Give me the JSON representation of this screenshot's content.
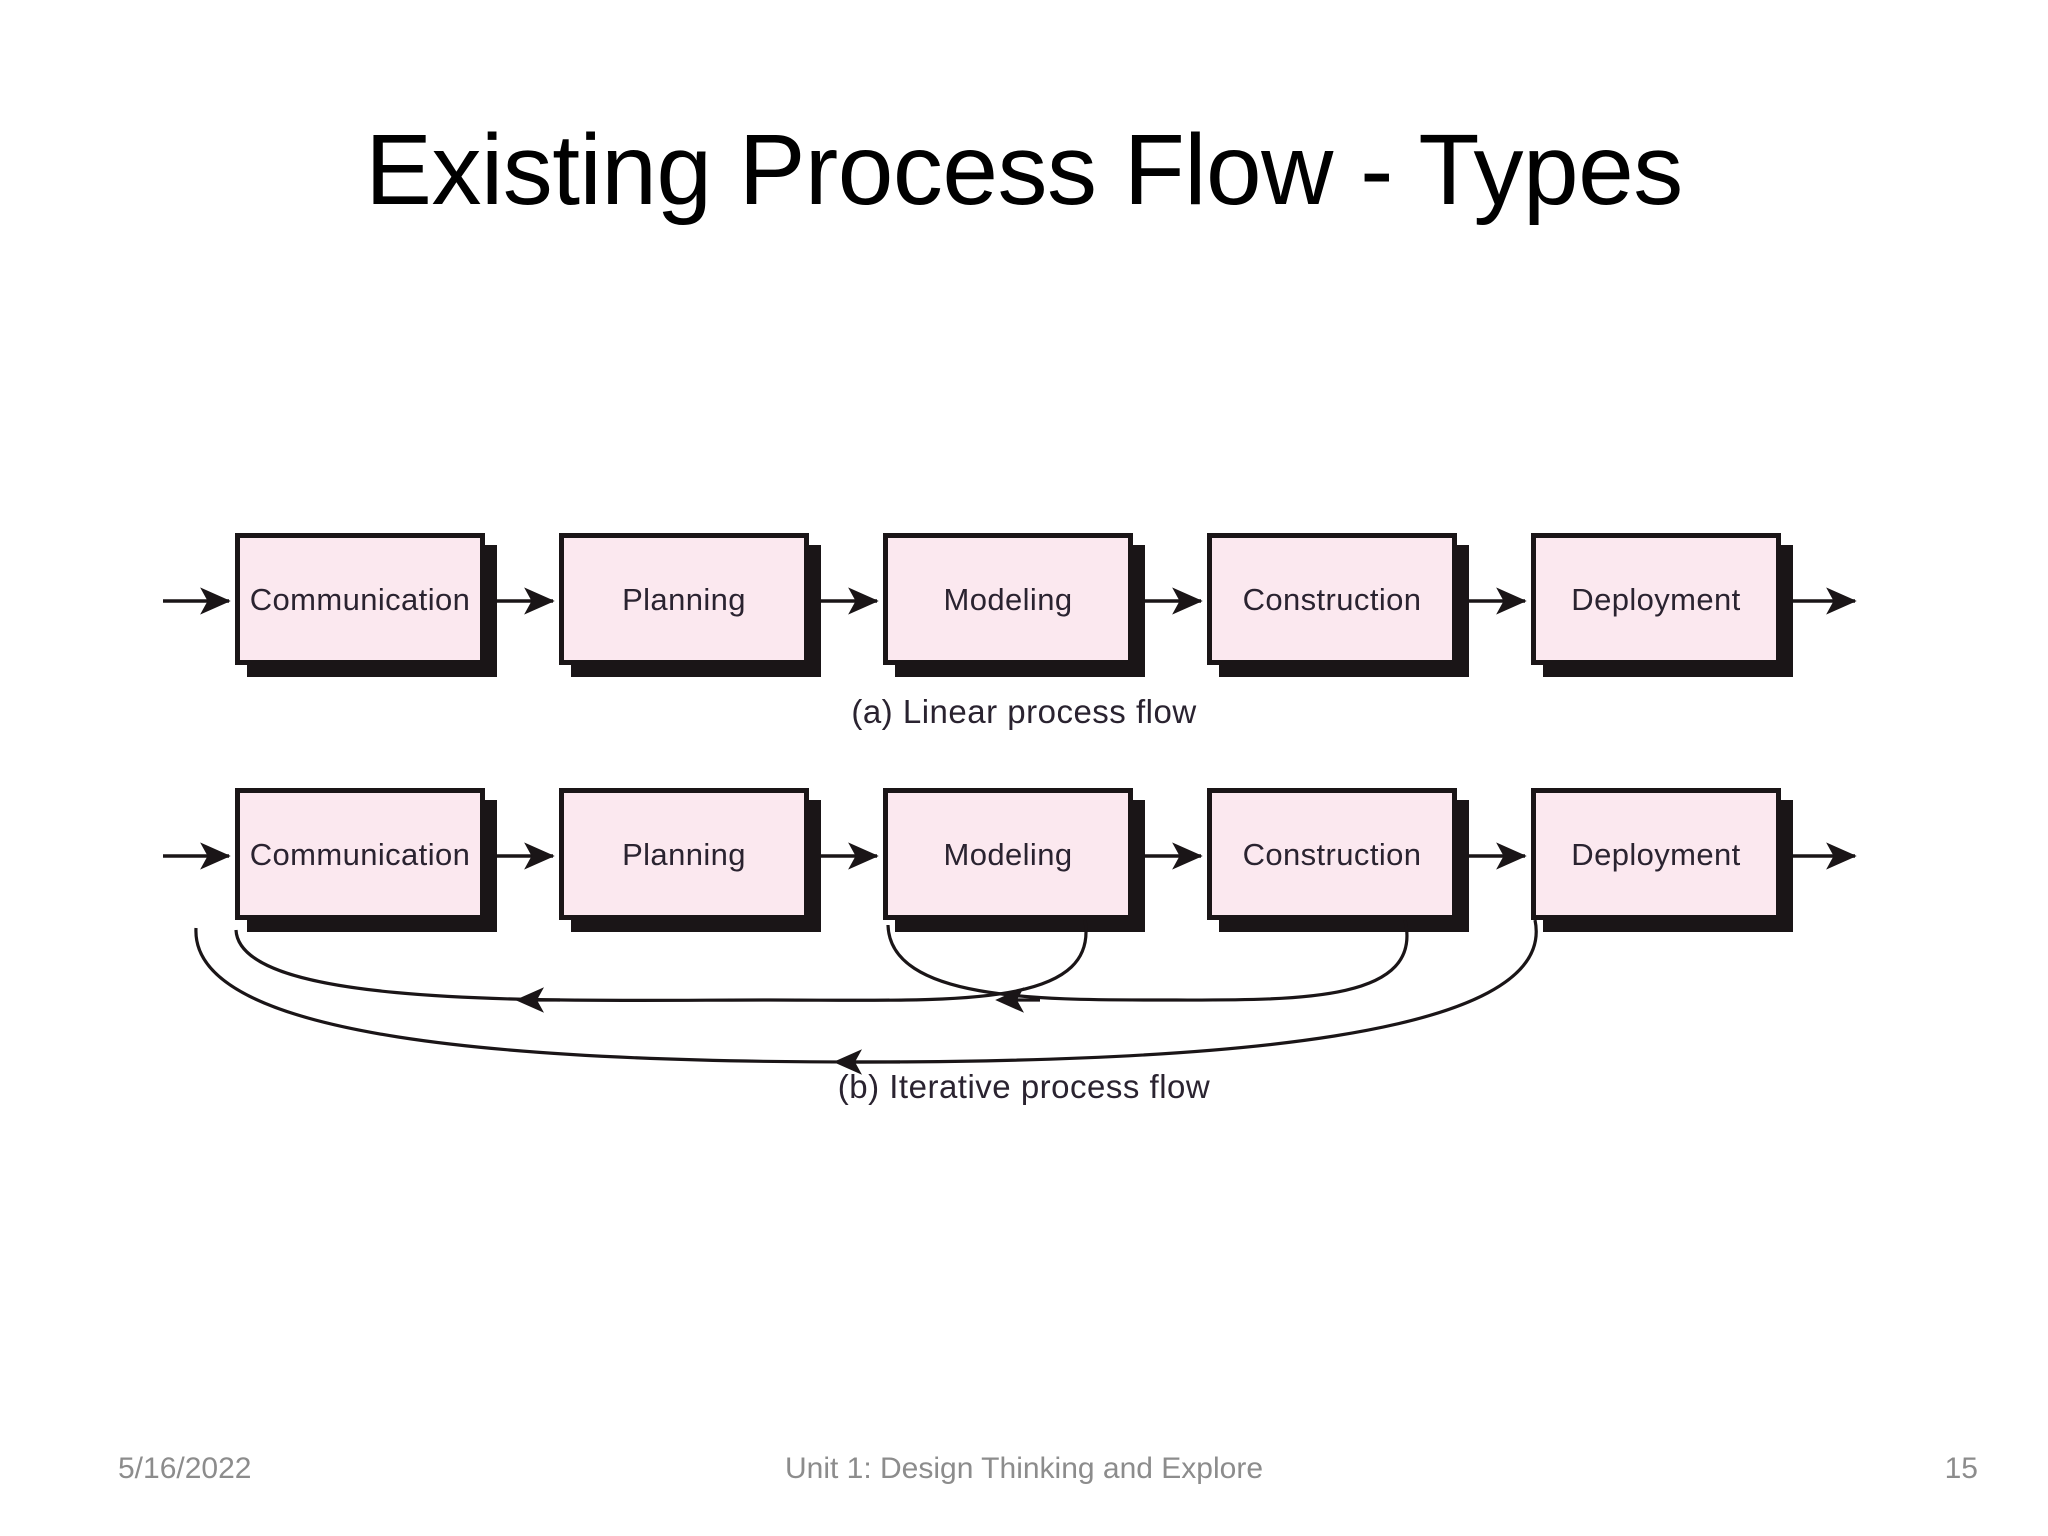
{
  "slide": {
    "title": "Existing Process Flow - Types",
    "page_number": "15",
    "background_color": "#ffffff"
  },
  "footer": {
    "date": "5/16/2022",
    "center_text": "Unit 1: Design Thinking and Explore",
    "page_number": "15",
    "text_color": "#8c8c8c"
  },
  "diagram": {
    "box_fill_color": "#fbe8ef",
    "box_border_color": "#1a1517",
    "box_text_color": "#2a2330",
    "arrow_color": "#1a1517",
    "figures": [
      {
        "id": "linear-process-flow",
        "caption": "(a) Linear process flow",
        "boxes": [
          {
            "label": "Communication"
          },
          {
            "label": "Planning"
          },
          {
            "label": "Modeling"
          },
          {
            "label": "Construction"
          },
          {
            "label": "Deployment"
          }
        ],
        "feedback_loops": []
      },
      {
        "id": "iterative-process-flow",
        "caption": "(b) Iterative process flow",
        "boxes": [
          {
            "label": "Communication"
          },
          {
            "label": "Planning"
          },
          {
            "label": "Modeling"
          },
          {
            "label": "Construction"
          },
          {
            "label": "Deployment"
          }
        ],
        "feedback_loops": [
          {
            "from": "Modeling",
            "to": "Communication"
          },
          {
            "from": "Construction",
            "to": "Modeling"
          },
          {
            "from": "Deployment",
            "to": "Communication"
          }
        ]
      }
    ]
  }
}
